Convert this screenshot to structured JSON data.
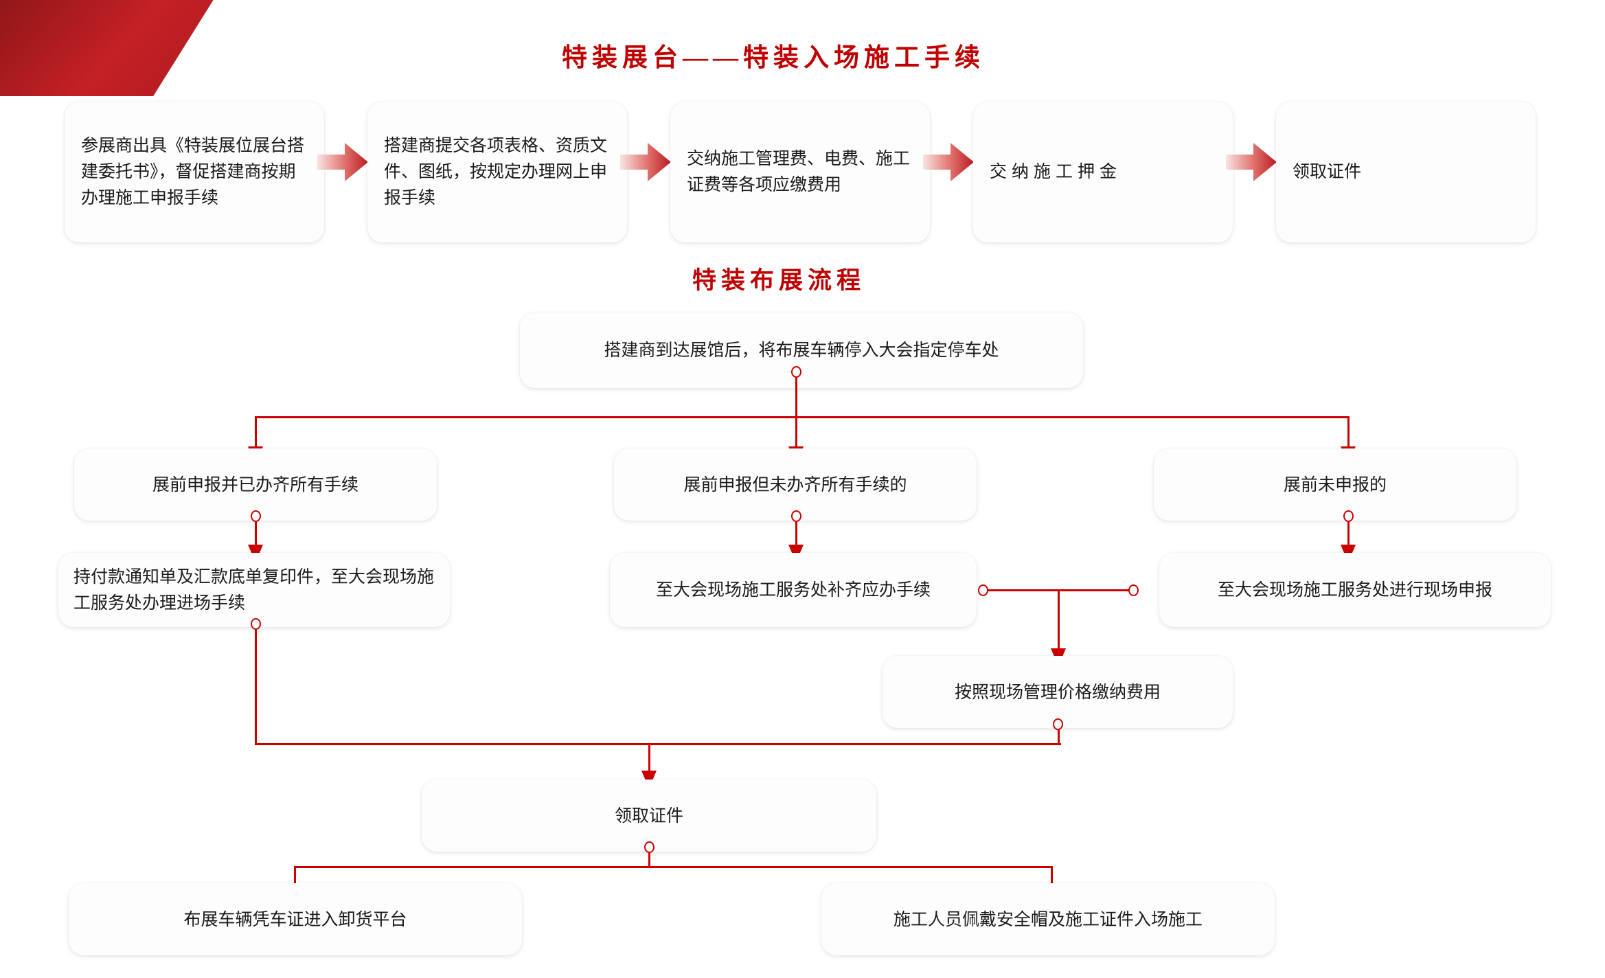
{
  "theme": {
    "accent_red": "#c00000",
    "connector_red": "#cc0000",
    "card_bg": "#fdfdfd",
    "text_color": "#1b1b1b",
    "corner_gradient_from": "#8c1616",
    "corner_gradient_to": "#c42026"
  },
  "sections": {
    "one": {
      "title": "特装展台——特装入场施工手续",
      "steps": [
        {
          "id": "s1",
          "label": "参展商出具《特装展位展台搭建委托书》，督促搭建商按期办理施工申报手续"
        },
        {
          "id": "s2",
          "label": "搭建商提交各项表格、资质文件、图纸，按规定办理网上申报手续"
        },
        {
          "id": "s3",
          "label": "交纳施工管理费、电费、施工证费等各项应缴费用"
        },
        {
          "id": "s4",
          "label": "交纳施工押金"
        },
        {
          "id": "s5",
          "label": "领取证件"
        }
      ],
      "arrow_icon": "arrow-right-icon"
    },
    "two": {
      "title": "特装布展流程",
      "nodes": {
        "start": "搭建商到达展馆后，将布展车辆停入大会指定停车处",
        "branch_left": "展前申报并已办齐所有手续",
        "branch_mid": "展前申报但未办齐所有手续的",
        "branch_right": "展前未申报的",
        "left_action": "持付款通知单及汇款底单复印件，至大会现场施工服务处办理进场手续",
        "mid_action": "至大会现场施工服务处补齐应办手续",
        "right_action": "至大会现场施工服务处进行现场申报",
        "fee": "按照现场管理价格缴纳费用",
        "badge": "领取证件",
        "end_left": "布展车辆凭车证进入卸货平台",
        "end_right": "施工人员佩戴安全帽及施工证件入场施工"
      }
    }
  }
}
